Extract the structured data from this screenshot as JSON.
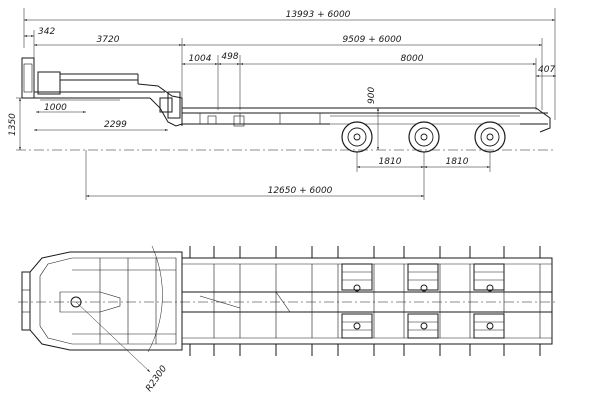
{
  "side_view": {
    "dimensions": {
      "overall_length": "13993 + 6000",
      "kingpin_offset": "342",
      "gooseneck_length": "3720",
      "front_platform": "1004",
      "step": "498",
      "deck_length": "9509 + 6000",
      "deck_segment": "8000",
      "rear_overhang": "407",
      "deck_height": "900",
      "coupling_height": "1350",
      "front_height_offset": "1000",
      "kingpin_to_gooseneck": "2299",
      "axle_spacing_1": "1810",
      "axle_spacing_2": "1810",
      "kingpin_to_axle": "12650 + 6000"
    }
  },
  "plan_view": {
    "turning_radius": "R2300"
  }
}
